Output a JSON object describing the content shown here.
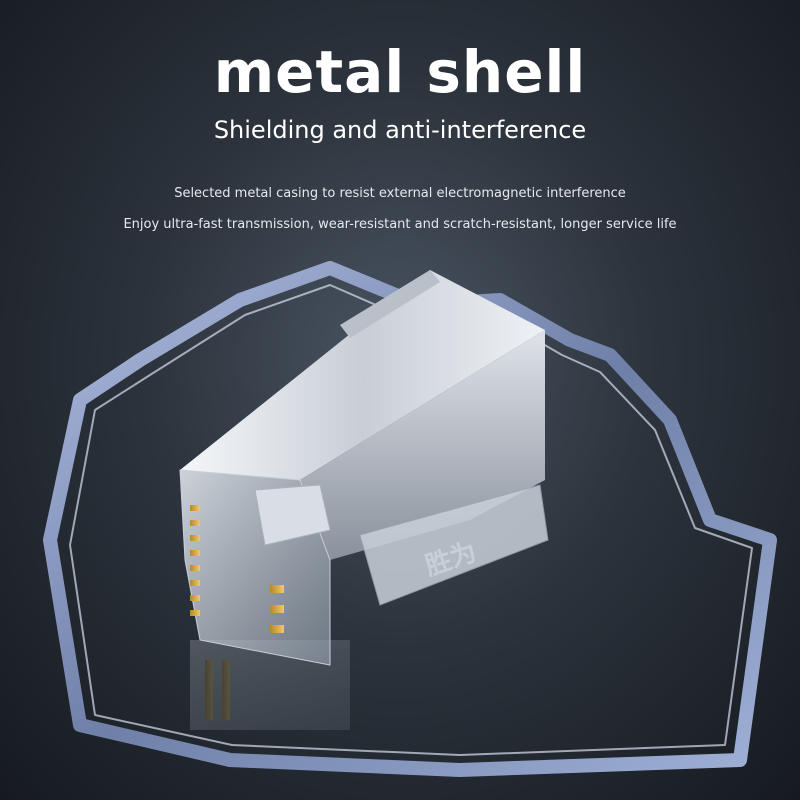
{
  "headline": {
    "title": "metal shell",
    "subtitle": "Shielding and anti-interference"
  },
  "description": {
    "line1": "Selected metal casing to resist external electromagnetic interference",
    "line2": "Enjoy ultra-fast transmission, wear-resistant and scratch-resistant, longer service life"
  },
  "product": {
    "brand_mark": "胜为",
    "icon": "shield-icon",
    "subject": "rj45-connector-image"
  },
  "colors": {
    "background": "#2c333c",
    "shield": "#8c9fc6",
    "text": "#ffffff"
  }
}
